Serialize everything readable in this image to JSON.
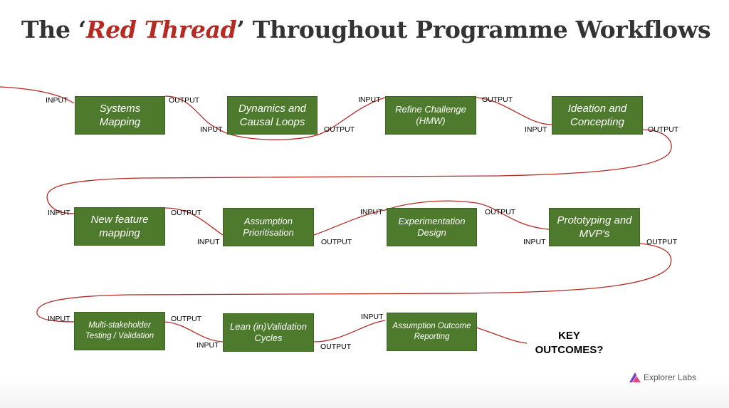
{
  "header": {
    "title_pre": "The ‘",
    "title_emph": "Red Thread",
    "title_post": "’ Throughout Programme Workflows"
  },
  "labels": {
    "input": "INPUT",
    "output": "OUTPUT"
  },
  "rows": [
    {
      "boxes": [
        "Systems Mapping",
        "Dynamics and Causal Loops",
        "Refine Challenge (HMW)",
        "Ideation and Concepting"
      ]
    },
    {
      "boxes": [
        "New feature mapping",
        "Assumption Prioritisation",
        "Experimentation Design",
        "Prototyping and MVP's"
      ]
    },
    {
      "boxes": [
        "Multi-stakeholder Testing / Validation",
        "Lean (in)Validation Cycles",
        "Assumption Outcome Reporting"
      ]
    }
  ],
  "key_outcomes": [
    "KEY",
    "OUTCOMES?"
  ],
  "brand": {
    "name": "Explorer Labs",
    "colors": [
      "#7b3fc4",
      "#e0457b"
    ]
  },
  "thread_color": "#b52a23"
}
